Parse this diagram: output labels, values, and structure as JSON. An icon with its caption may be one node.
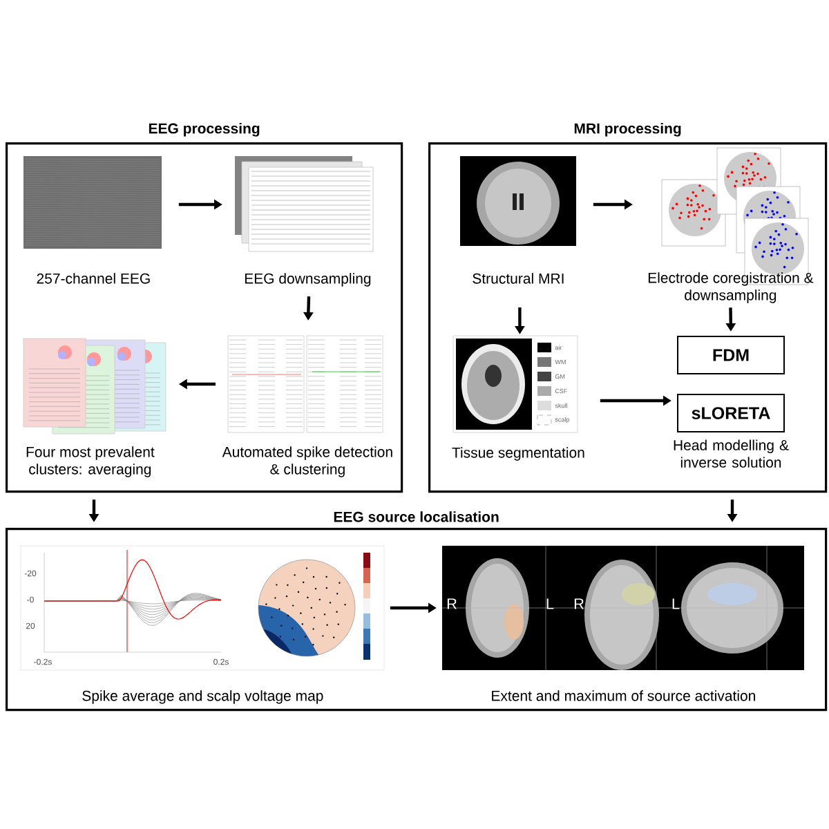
{
  "diagram": {
    "nodes": [
      {
        "text": [
          "EEG processing"
        ]
      },
      {
        "text": [
          "MRI processing"
        ]
      },
      {
        "text": [
          "EEG source localisation"
        ]
      },
      {
        "text": [
          "257-channel EEG"
        ],
        "in": 0
      },
      {
        "text": [
          "EEG downsampling"
        ],
        "in": 0
      },
      {
        "text": [
          "Automated spike detection & clustering"
        ],
        "in": 0
      },
      {
        "text": [
          "Four most prevalent clusters: averaging"
        ],
        "in": 0
      },
      {
        "text": [
          "Structural MRI"
        ],
        "in": 1
      },
      {
        "text": [
          "Electrode coregistration & downsampling"
        ],
        "in": 1
      },
      {
        "text": [
          "Tissue segmentation"
        ],
        "in": 1
      },
      {
        "text": [
          "FDM"
        ],
        "in": 1
      },
      {
        "text": [
          "sLORETA"
        ],
        "in": 1,
        "beside": [
          "Head modelling & inverse solution"
        ]
      },
      {
        "text": [
          "Spike average and scalp voltage map"
        ],
        "in": 2
      },
      {
        "text": [
          "Extent and maximum  of source activation"
        ],
        "in": 2
      }
    ],
    "edges": [
      {
        "from": 3,
        "to": 4,
        "arrow": "to"
      },
      {
        "from": 4,
        "to": 5,
        "arrow": "to"
      },
      {
        "from": 5,
        "to": 6,
        "arrow": "to"
      },
      {
        "from": 7,
        "to": 8,
        "arrow": "to"
      },
      {
        "from": 7,
        "to": 9,
        "arrow": "to"
      },
      {
        "from": 8,
        "to": 10,
        "arrow": "to"
      },
      {
        "from": 9,
        "to": 11,
        "arrow": "to"
      },
      {
        "from": 0,
        "to": 2,
        "arrow": "to"
      },
      {
        "from": 1,
        "to": 2,
        "arrow": "to"
      },
      {
        "from": 12,
        "to": 13,
        "arrow": "to"
      }
    ],
    "labels": [
      "-20",
      "-0",
      "20",
      "-0.2s",
      "0.2s",
      "R",
      "L",
      "R",
      "L"
    ],
    "legend": [
      {
        "text": "air",
        "color": "#000000"
      },
      {
        "text": "WM",
        "color": "#777777"
      },
      {
        "text": "GM",
        "color": "#444444"
      },
      {
        "text": "CSF",
        "color": "#aaaaaa"
      },
      {
        "text": "skull",
        "color": "#dddddd"
      },
      {
        "text": "scalp"
      }
    ]
  }
}
